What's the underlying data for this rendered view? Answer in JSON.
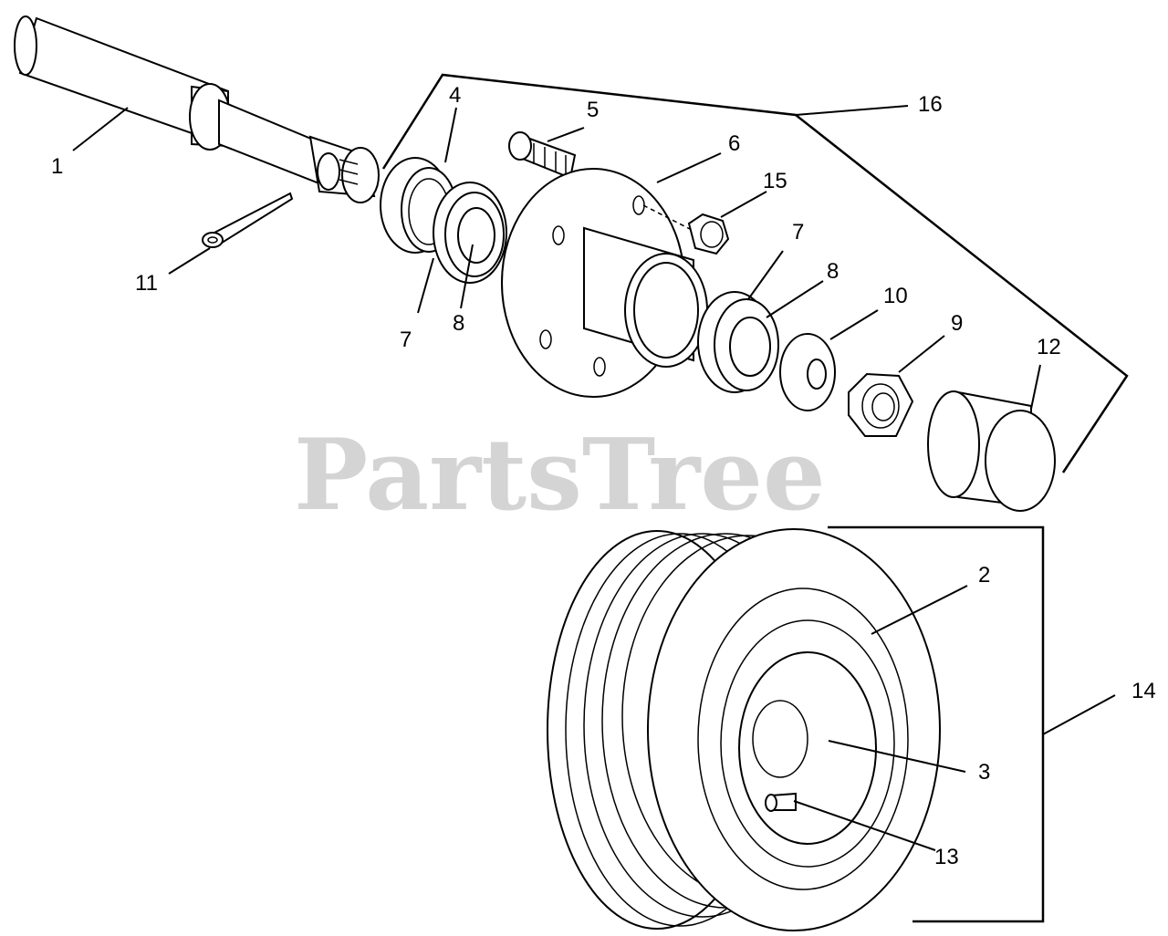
{
  "watermark": "PartsTree",
  "labels": {
    "p1": "1",
    "p2": "2",
    "p3": "3",
    "p4": "4",
    "p5": "5",
    "p6": "6",
    "p7a": "7",
    "p7b": "7",
    "p8a": "8",
    "p8b": "8",
    "p9": "9",
    "p10": "10",
    "p11": "11",
    "p12": "12",
    "p13": "13",
    "p14": "14",
    "p15": "15",
    "p16": "16"
  }
}
